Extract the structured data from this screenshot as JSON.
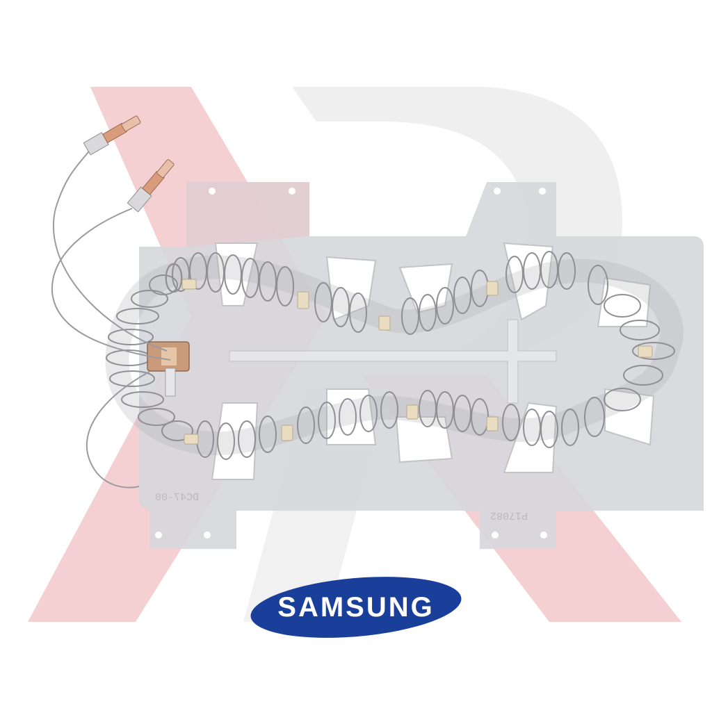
{
  "image": {
    "subject": "Dryer heating element",
    "description": "Metal heater plate with coiled resistance wire and two wire leads with spade terminals",
    "plate_stamp_left": "DC47-00",
    "plate_stamp_right": "P17082",
    "colors": {
      "background": "#ffffff",
      "watermark": "#f3c7cb",
      "watermark_grey": "#ededed",
      "plate": "#d7d8dc",
      "coil": "#9a9a9e",
      "brand_blue": "#1a3f9b"
    }
  },
  "brand": {
    "logo_text": "SAMSUNG"
  }
}
